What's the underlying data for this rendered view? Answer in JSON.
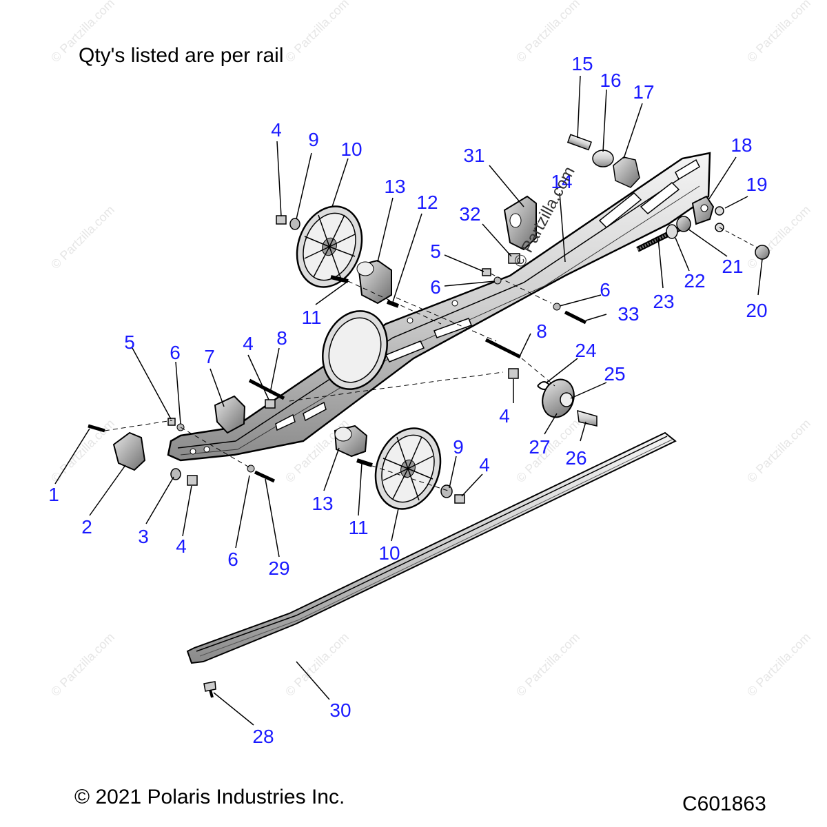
{
  "note": "Qty's listed are per rail",
  "copyright": "© 2021 Polaris Industries Inc.",
  "diagram_code": "C601863",
  "watermark": "© Partzilla.com",
  "callout_color": "#1a1aff",
  "callouts": [
    {
      "id": "1",
      "label": "1"
    },
    {
      "id": "2",
      "label": "2"
    },
    {
      "id": "3",
      "label": "3"
    },
    {
      "id": "4a",
      "label": "4"
    },
    {
      "id": "4b",
      "label": "4"
    },
    {
      "id": "4c",
      "label": "4"
    },
    {
      "id": "4d",
      "label": "4"
    },
    {
      "id": "4e",
      "label": "4"
    },
    {
      "id": "5a",
      "label": "5"
    },
    {
      "id": "5b",
      "label": "5"
    },
    {
      "id": "6a",
      "label": "6"
    },
    {
      "id": "6b",
      "label": "6"
    },
    {
      "id": "6c",
      "label": "6"
    },
    {
      "id": "6d",
      "label": "6"
    },
    {
      "id": "7",
      "label": "7"
    },
    {
      "id": "8a",
      "label": "8"
    },
    {
      "id": "8b",
      "label": "8"
    },
    {
      "id": "9a",
      "label": "9"
    },
    {
      "id": "9b",
      "label": "9"
    },
    {
      "id": "10a",
      "label": "10"
    },
    {
      "id": "10b",
      "label": "10"
    },
    {
      "id": "11a",
      "label": "11"
    },
    {
      "id": "11b",
      "label": "11"
    },
    {
      "id": "12",
      "label": "12"
    },
    {
      "id": "13a",
      "label": "13"
    },
    {
      "id": "13b",
      "label": "13"
    },
    {
      "id": "14",
      "label": "14"
    },
    {
      "id": "15",
      "label": "15"
    },
    {
      "id": "16",
      "label": "16"
    },
    {
      "id": "17",
      "label": "17"
    },
    {
      "id": "18",
      "label": "18"
    },
    {
      "id": "19",
      "label": "19"
    },
    {
      "id": "20",
      "label": "20"
    },
    {
      "id": "21",
      "label": "21"
    },
    {
      "id": "22",
      "label": "22"
    },
    {
      "id": "23",
      "label": "23"
    },
    {
      "id": "24",
      "label": "24"
    },
    {
      "id": "25",
      "label": "25"
    },
    {
      "id": "26",
      "label": "26"
    },
    {
      "id": "27",
      "label": "27"
    },
    {
      "id": "28",
      "label": "28"
    },
    {
      "id": "29",
      "label": "29"
    },
    {
      "id": "30",
      "label": "30"
    },
    {
      "id": "31",
      "label": "31"
    },
    {
      "id": "32",
      "label": "32"
    },
    {
      "id": "33",
      "label": "33"
    }
  ]
}
